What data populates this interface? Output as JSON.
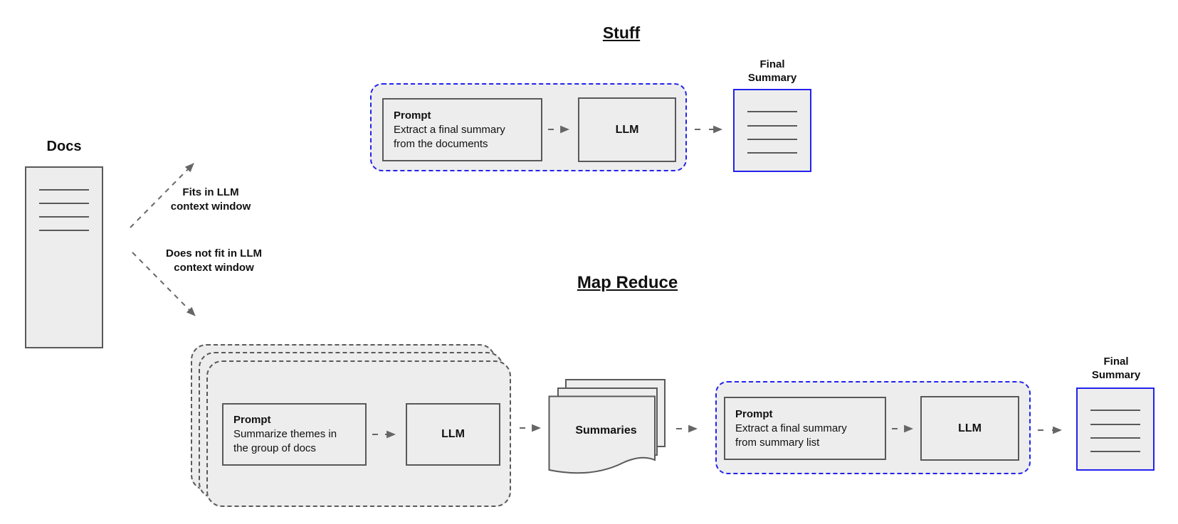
{
  "docs": {
    "label": "Docs"
  },
  "branch": {
    "fits_label": "Fits in LLM\ncontext window",
    "not_fit_label": "Does not fit in LLM\ncontext window"
  },
  "stuff": {
    "title": "Stuff",
    "prompt_title": "Prompt",
    "prompt_body": "Extract a final summary\nfrom the documents",
    "llm_label": "LLM",
    "final_summary_label": "Final\nSummary"
  },
  "map_reduce": {
    "title": "Map Reduce",
    "map_prompt_title": "Prompt",
    "map_prompt_body": "Summarize themes in\nthe group of docs",
    "map_llm_label": "LLM",
    "summaries_label": "Summaries",
    "reduce_prompt_title": "Prompt",
    "reduce_prompt_body": "Extract a final summary\nfrom summary list",
    "reduce_llm_label": "LLM",
    "final_summary_label": "Final\nSummary"
  },
  "colors": {
    "box_fill": "#ededed",
    "box_border": "#595959",
    "blue_accent": "#2222ee",
    "arrow_gray": "#666666"
  }
}
